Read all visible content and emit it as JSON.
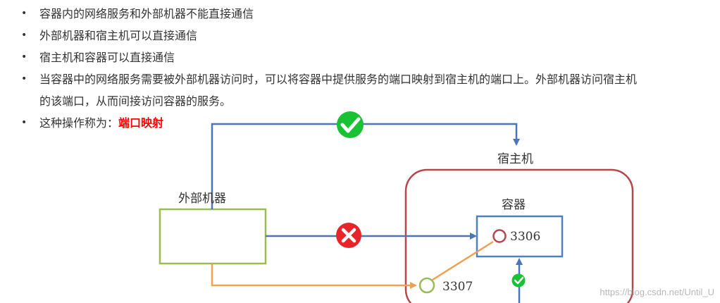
{
  "bullets": [
    "容器内的网络服务和外部机器不能直接通信",
    "外部机器和宿主机可以直接通信",
    "宿主机和容器可以直接通信",
    "当容器中的网络服务需要被外部机器访问时，可以将容器中提供服务的端口映射到宿主机的端口上。外部机器访问宿主机的该端口，从而间接访问容器的服务。"
  ],
  "last_bullet": {
    "prefix": "这种操作称为：",
    "highlight": "端口映射"
  },
  "diagram": {
    "host_label": "宿主机",
    "container_label": "容器",
    "external_label": "外部机器",
    "container_port": "3306",
    "host_port": "3307"
  },
  "watermark": "https://blog.csdn.net/Until_U",
  "colors": {
    "blue_line": "#4a76b8",
    "orange_line": "#f0a050",
    "host_border": "#b5474b",
    "external_border": "#9bbb59",
    "container_border": "#4f81bd",
    "ok_green": "#19c232",
    "error_red": "#e8242b"
  },
  "icons": {
    "ok": "check-circle-icon",
    "blocked": "x-circle-icon"
  }
}
